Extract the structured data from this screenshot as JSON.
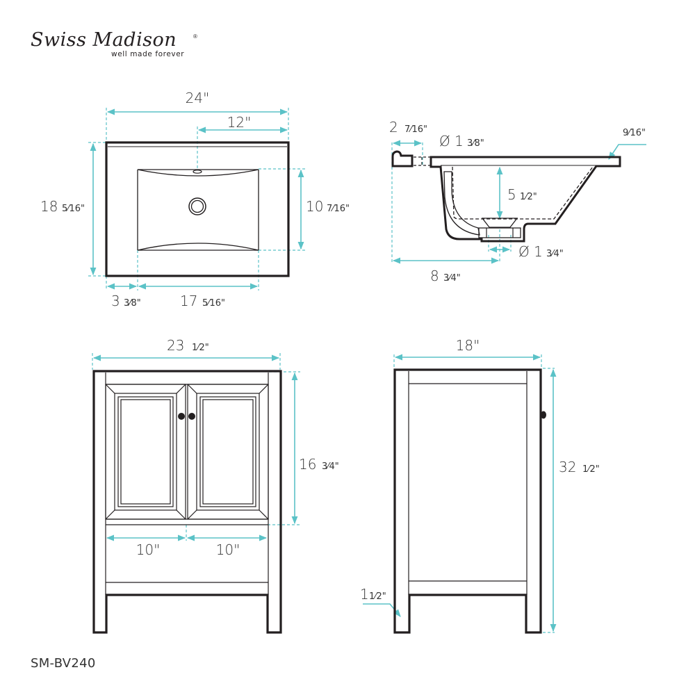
{
  "brand": {
    "name": "Swiss Madison",
    "tagline": "well made forever",
    "registered_mark": "®"
  },
  "model_number": "SM-BV240",
  "colors": {
    "dimension_line": "#5bc2c7",
    "outline": "#231f20",
    "text": "#333333",
    "background": "#ffffff"
  },
  "views": {
    "top_view": {
      "title": "Sink top - plan view",
      "dims": {
        "overall_width": {
          "whole": "24",
          "frac": ""
        },
        "center_to_edge": {
          "whole": "12",
          "frac": ""
        },
        "overall_depth": {
          "whole": "18",
          "frac": "5⁄16"
        },
        "basin_depth": {
          "whole": "10",
          "frac": "7⁄16"
        },
        "left_offset": {
          "whole": "3",
          "frac": "3⁄8"
        },
        "basin_width": {
          "whole": "17",
          "frac": "5⁄16"
        }
      }
    },
    "section_view": {
      "title": "Sink cross-section",
      "dims": {
        "backsplash_offset": {
          "whole": "2",
          "frac": "7⁄16"
        },
        "faucet_hole": {
          "prefix": "Ø",
          "whole": "1",
          "frac": "3⁄8"
        },
        "rim_thickness": {
          "whole": "",
          "frac": "9⁄16"
        },
        "bowl_depth": {
          "whole": "5",
          "frac": "1⁄2"
        },
        "drain_diameter": {
          "prefix": "Ø",
          "whole": "1",
          "frac": "3⁄4"
        },
        "drain_offset": {
          "whole": "8",
          "frac": "3⁄4"
        }
      }
    },
    "front_view": {
      "title": "Vanity - front view",
      "dims": {
        "overall_width": {
          "whole": "23",
          "frac": "1⁄2"
        },
        "door_height": {
          "whole": "16",
          "frac": "3⁄4"
        },
        "left_door_width": {
          "whole": "10",
          "frac": ""
        },
        "right_door_width": {
          "whole": "10",
          "frac": ""
        }
      }
    },
    "side_view": {
      "title": "Vanity - side view",
      "dims": {
        "overall_depth": {
          "whole": "18",
          "frac": ""
        },
        "overall_height": {
          "whole": "32",
          "frac": "1⁄2"
        },
        "leg_width": {
          "whole": "1",
          "frac": "1⁄2"
        }
      }
    }
  },
  "labels": {
    "inch": "\"",
    "top_24": "24\"",
    "top_12": "12\"",
    "top_18_w": "18",
    "top_18_f": "5⁄16\"",
    "top_10_w": "10",
    "top_10_f": "7⁄16\"",
    "top_3_w": "3",
    "top_3_f": "3⁄8\"",
    "top_17_w": "17",
    "top_17_f": "5⁄16\"",
    "sec_2_w": "2",
    "sec_2_f": "7⁄16\"",
    "sec_hole_w": "Ø 1",
    "sec_hole_f": "3⁄8\"",
    "sec_rim_f": "9⁄16\"",
    "sec_5_w": "5",
    "sec_5_f": "1⁄2\"",
    "sec_drain_w": "Ø 1",
    "sec_drain_f": "3⁄4\"",
    "sec_8_w": "8",
    "sec_8_f": "3⁄4\"",
    "front_23_w": "23",
    "front_23_f": "1⁄2\"",
    "front_16_w": "16",
    "front_16_f": "3⁄4\"",
    "front_10a": "10\"",
    "front_10b": "10\"",
    "side_18": "18\"",
    "side_32_w": "32",
    "side_32_f": "1⁄2\"",
    "side_1_w": "1",
    "side_1_f": "1⁄2\""
  }
}
